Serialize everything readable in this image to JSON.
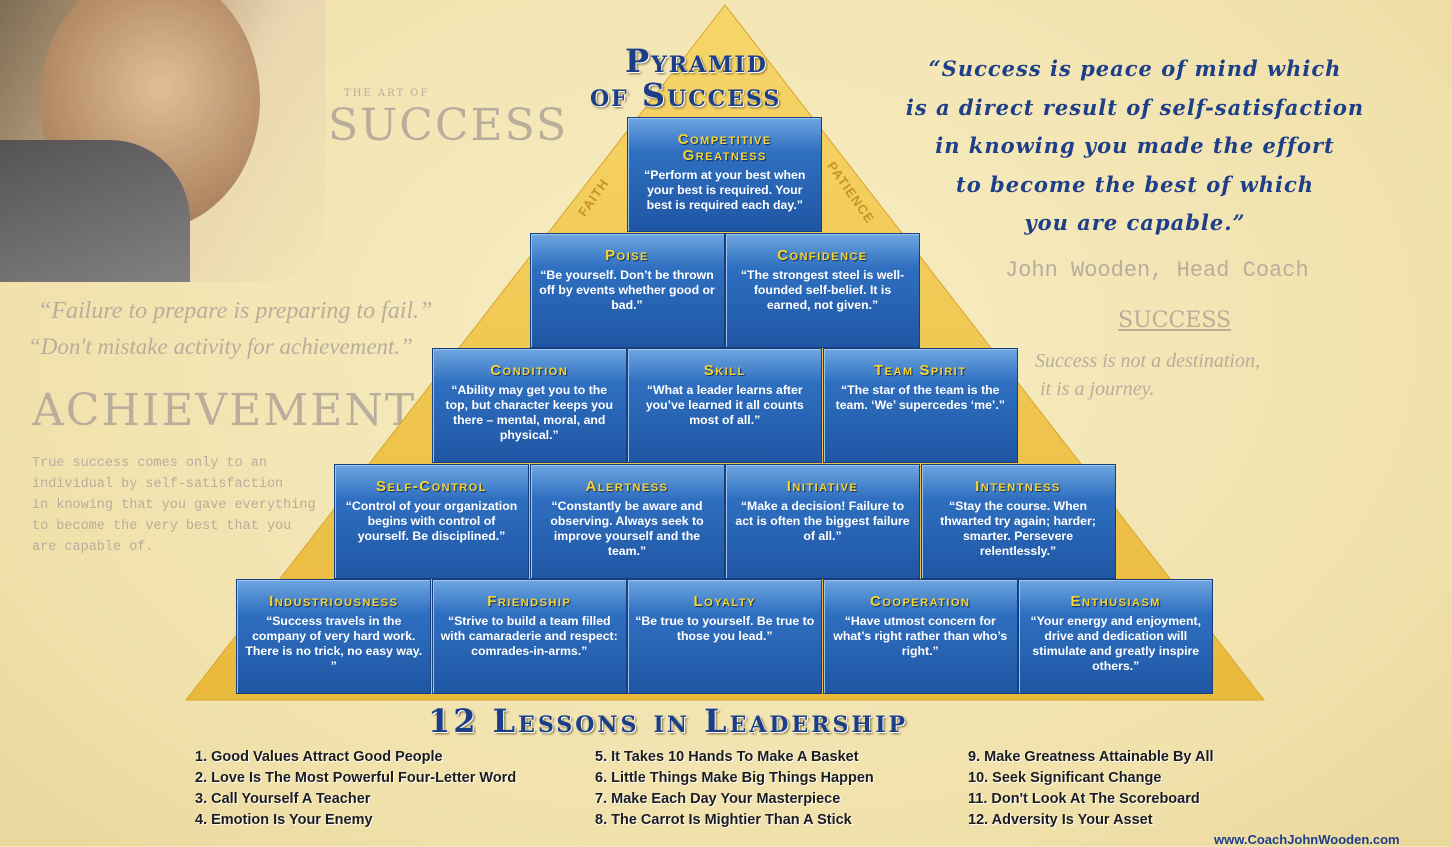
{
  "title": {
    "line1": "Pyramid",
    "line2": "of Success"
  },
  "background": {
    "art_of": "THE ART OF",
    "success_word": "SUCCESS",
    "hand1": "“Failure to prepare is preparing to fail.”",
    "hand2": "“Don't mistake activity for achievement.”",
    "achievement": "ACHIEVEMENT",
    "typed": [
      "True success comes only to an",
      "individual by self-satisfaction",
      "in knowing that you gave everything",
      "to become the very best that you",
      "are capable of."
    ],
    "signature": "John Wooden, Head Coach",
    "success_heading": "SUCCESS",
    "hand3": "Success is not a destination,",
    "hand4": "it is a journey."
  },
  "quote": {
    "lines": [
      "“Success is peace of mind which",
      "is a direct result of self-satisfaction",
      "in knowing you made the effort",
      "to become the best of which",
      "you are capable.”"
    ]
  },
  "sides": {
    "left": "FAITH",
    "right": "PATIENCE"
  },
  "rows": [
    [
      {
        "title": "Competitive Greatness",
        "quote": "“Perform at your best when your best is required. Your best is required each day.”"
      }
    ],
    [
      {
        "title": "Poise",
        "quote": "“Be yourself. Don’t be thrown off by events whether good or bad.”"
      },
      {
        "title": "Confidence",
        "quote": "“The strongest steel is well-founded self-belief. It is earned, not given.”"
      }
    ],
    [
      {
        "title": "Condition",
        "quote": "“Ability may get you to the top, but character keeps you there – mental, moral, and physical.”"
      },
      {
        "title": "Skill",
        "quote": "“What a leader learns after you’ve learned it all counts most of all.”"
      },
      {
        "title": "Team Spirit",
        "quote": "“The star of the team is the team. ‘We’ supercedes ‘me’.”"
      }
    ],
    [
      {
        "title": "Self-Control",
        "quote": "“Control of your organization begins with control of yourself. Be disciplined.”"
      },
      {
        "title": "Alertness",
        "quote": "“Constantly be aware and observing. Always seek to improve yourself and the team.”"
      },
      {
        "title": "Initiative",
        "quote": "“Make a decision! Failure to act is often the biggest failure of all.”"
      },
      {
        "title": "Intentness",
        "quote": "“Stay the course. When thwarted try again; harder; smarter. Persevere relentlessly.”"
      }
    ],
    [
      {
        "title": "Industriousness",
        "quote": "“Success travels in the company of very hard work. There is no trick, no easy way. ”"
      },
      {
        "title": "Friendship",
        "quote": "“Strive to build a team filled with camaraderie and respect: comrades-in-arms.”"
      },
      {
        "title": "Loyalty",
        "quote": "“Be true to yourself. Be true to those you lead.”"
      },
      {
        "title": "Cooperation",
        "quote": "“Have utmost concern for what’s right rather than who’s right.”"
      },
      {
        "title": "Enthusiasm",
        "quote": "“Your energy and enjoyment, drive and dedication will stimulate and greatly inspire others.”"
      }
    ]
  ],
  "lessons_title": "12 Lessons in Leadership",
  "lessons": [
    [
      "1. Good Values Attract Good People",
      "2. Love Is The Most Powerful Four-Letter Word",
      "3. Call Yourself A Teacher",
      "4. Emotion Is Your Enemy"
    ],
    [
      "5. It Takes 10 Hands To Make A Basket",
      "6. Little Things Make Big Things Happen",
      "7. Make Each Day Your Masterpiece",
      "8. The Carrot Is Mightier Than A Stick"
    ],
    [
      "9. Make Greatness Attainable By All",
      "10. Seek Significant Change",
      "11. Don't Look At The Scoreboard",
      "12. Adversity Is Your Asset"
    ]
  ],
  "url": "www.CoachJohnWooden.com"
}
